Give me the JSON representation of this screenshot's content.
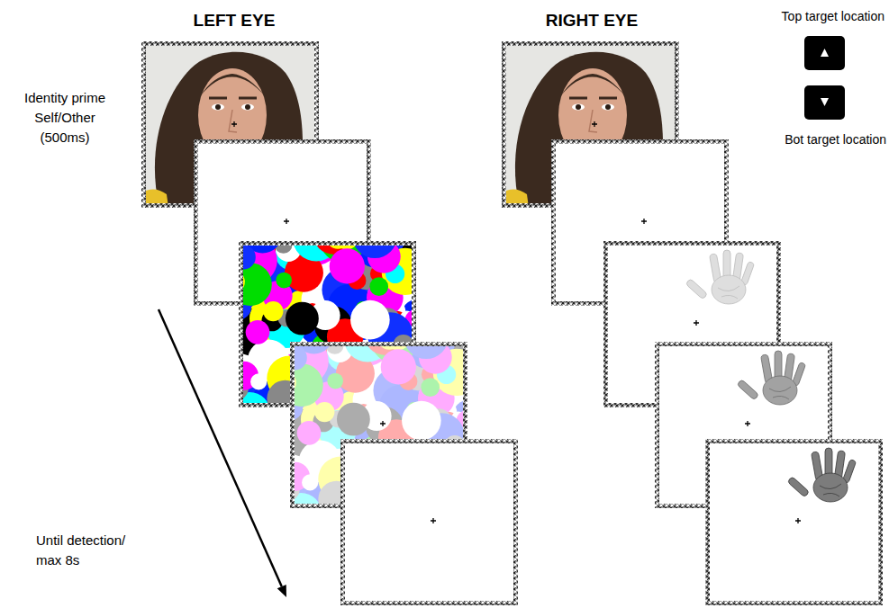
{
  "diagram": {
    "labels": [
      "LEFT EYE",
      "RIGHT EYE",
      "Top target location",
      "Bot target location",
      "Identity prime Self/Other (500ms)",
      "Until detection/ max 8s"
    ]
  }
}
